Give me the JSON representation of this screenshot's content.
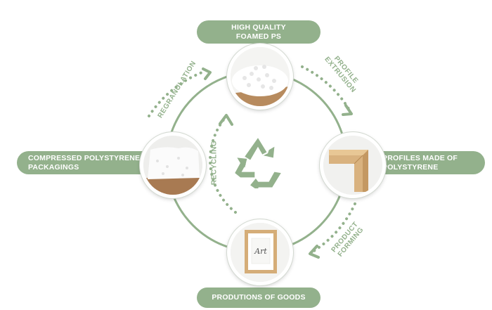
{
  "colors": {
    "accent": "#93b18c",
    "background": "#ffffff"
  },
  "nodes": {
    "top": {
      "line1": "HIGH QUALITY",
      "line2": "FOAMED PS"
    },
    "left": {
      "line1": "COMPRESSED POLYSTYRENE",
      "line2": "PACKAGINGS"
    },
    "right": {
      "line1": "PROFILES MADE OF",
      "line2": "POLYSTYRENE"
    },
    "bottom": {
      "line1": "PRODUTIONS OF GOODS"
    }
  },
  "arrows": {
    "regranulation": "REGRANULATION",
    "profile_extrusion": {
      "line1": "PROFILE",
      "line2": "EXTRUSION"
    },
    "product_forming": {
      "line1": "PRODUCT",
      "line2": "FORMING"
    },
    "recycling": "RECYCLING"
  },
  "icons": {
    "center": "recycle-icon",
    "top_image": "foam-pellets",
    "left_image": "compressed-foam-block",
    "right_image": "wood-profile-corner",
    "bottom_image": "picture-frame"
  },
  "frame_art_text": "Art"
}
